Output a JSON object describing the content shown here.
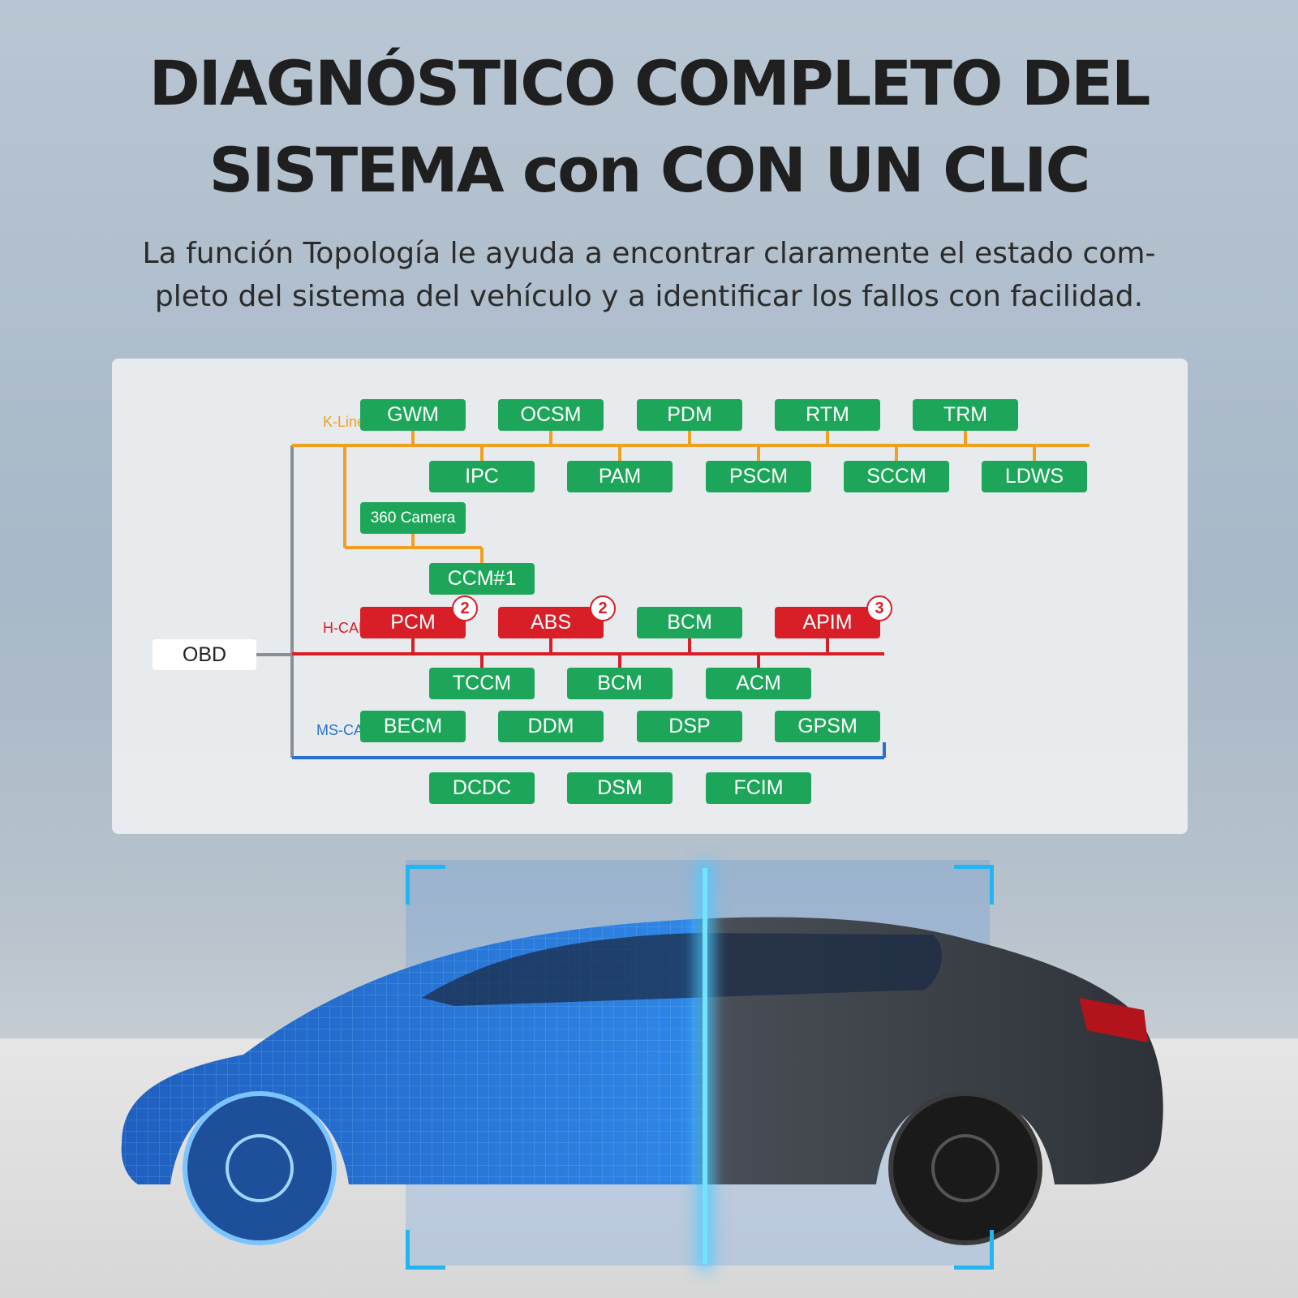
{
  "title": {
    "line1": "DIAGNÓSTICO COMPLETO DEL",
    "line2": "SISTEMA con CON UN CLIC"
  },
  "subtitle": {
    "line1": "La función Topología le ayuda a encontrar claramente el estado com-",
    "line2": "pleto del sistema del vehículo y a identificar los fallos con facilidad."
  },
  "colors": {
    "k_line": "#f0a020",
    "h_can": "#d81e26",
    "ms_can": "#2a72c8",
    "trunk": "#8a8f95",
    "module_ok": "#1da65a",
    "module_fault": "#d81e26",
    "scan_accent": "#21b6f2"
  },
  "diagram": {
    "root": "OBD",
    "buses": {
      "k_line": "K-Line",
      "h_can": "H-CAN",
      "ms_can": "MS-CAN"
    },
    "k_line_top": [
      "GWM",
      "OCSM",
      "PDM",
      "RTM",
      "TRM"
    ],
    "k_line_bottom": [
      "IPC",
      "PAM",
      "PSCM",
      "SCCM",
      "LDWS"
    ],
    "k_line_branch": [
      "360 Camera",
      "CCM#1"
    ],
    "h_can_top": [
      {
        "name": "PCM",
        "faults": "2"
      },
      {
        "name": "ABS",
        "faults": "2"
      },
      {
        "name": "BCM",
        "faults": ""
      },
      {
        "name": "APIM",
        "faults": "3"
      }
    ],
    "h_can_bottom": [
      "TCCM",
      "BCM",
      "ACM"
    ],
    "ms_can_top": [
      "BECM",
      "DDM",
      "DSP",
      "GPSM"
    ],
    "ms_can_bottom": [
      "DCDC",
      "DSM",
      "FCIM"
    ]
  }
}
